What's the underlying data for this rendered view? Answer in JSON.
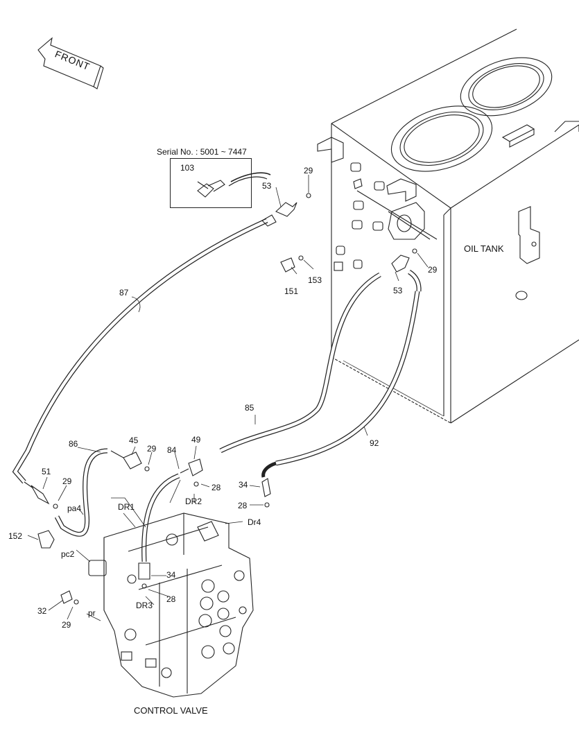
{
  "direction_arrow": {
    "label": "FRONT"
  },
  "inset": {
    "serial_text": "Serial No. : 5001 ~ 7447",
    "part": "103"
  },
  "titles": {
    "oil_tank": "OIL TANK",
    "control_valve": "CONTROL VALVE"
  },
  "part_labels": {
    "p29_top": "29",
    "p53_top": "53",
    "p151": "151",
    "p153": "153",
    "p87": "87",
    "p29_right": "29",
    "p53_right": "53",
    "p85": "85",
    "p92": "92",
    "p86": "86",
    "p45": "45",
    "p29_mid": "29",
    "p84": "84",
    "p49": "49",
    "p51": "51",
    "p29_left": "29",
    "p28_a": "28",
    "p34_a": "34",
    "p28_b": "28",
    "p152": "152",
    "p34_b": "34",
    "p28_c": "28",
    "p32": "32",
    "p29_bottom": "29"
  },
  "port_labels": {
    "pa4": "pa4",
    "dr1": "DR1",
    "dr2": "DR2",
    "dr4": "Dr4",
    "pc2": "pc2",
    "pr": "pr",
    "dr3": "DR3"
  }
}
